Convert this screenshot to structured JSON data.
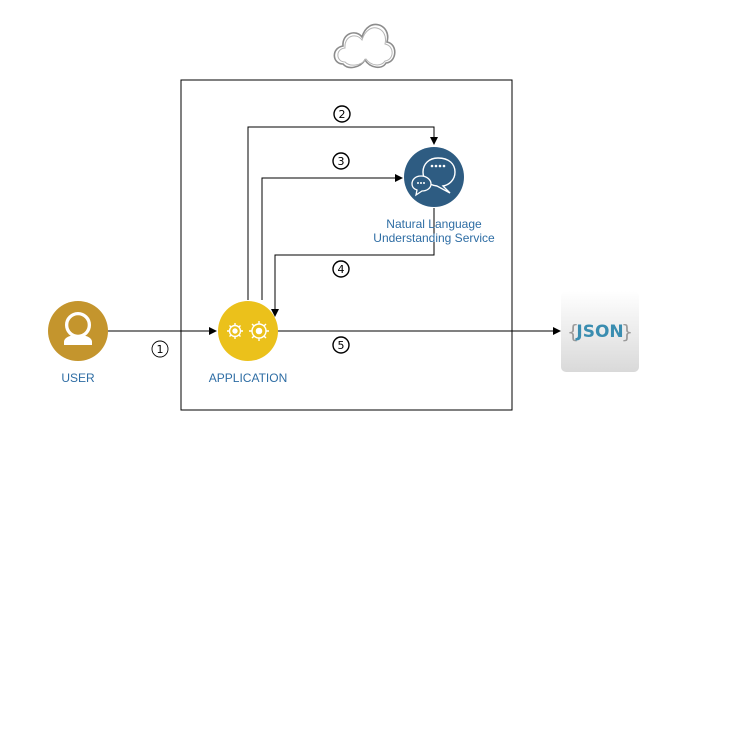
{
  "nodes": {
    "user": {
      "label": "USER"
    },
    "application": {
      "label": "APPLICATION"
    },
    "nlu": {
      "label_line1": "Natural Language",
      "label_line2": "Understanding Service"
    },
    "json": {
      "brace_open": "{",
      "text": "JSON",
      "brace_close": "}"
    }
  },
  "steps": [
    "1",
    "2",
    "3",
    "4",
    "5"
  ],
  "icons": {
    "cloud": "cloud-icon",
    "user": "user-icon",
    "application": "gears-icon",
    "nlu": "chat-bubbles-icon",
    "json": "json-document-icon"
  },
  "colors": {
    "user_circle": "#C4952D",
    "application_circle": "#EBC11B",
    "nlu_circle": "#2E5C82",
    "label_text": "#2E6DA4",
    "json_text": "#3A8DB0",
    "json_brace": "#9A9A9A",
    "lines": "#000000",
    "cloud_stroke": "#8C8C8C"
  }
}
